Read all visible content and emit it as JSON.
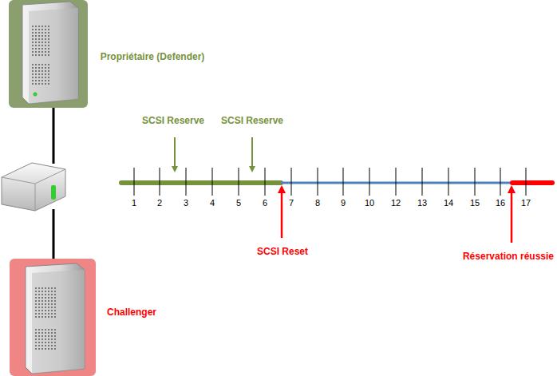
{
  "diagram": {
    "labels": [
      "Propriétaire (Defender)",
      "SCSI Reserve",
      "SCSI Reserve",
      "1",
      "2",
      "3",
      "4",
      "5",
      "6",
      "7",
      "8",
      "9",
      "10",
      "12",
      "13",
      "14",
      "15",
      "16",
      "17",
      "SCSI Reset",
      "Réservation réussie",
      "Challenger"
    ]
  }
}
